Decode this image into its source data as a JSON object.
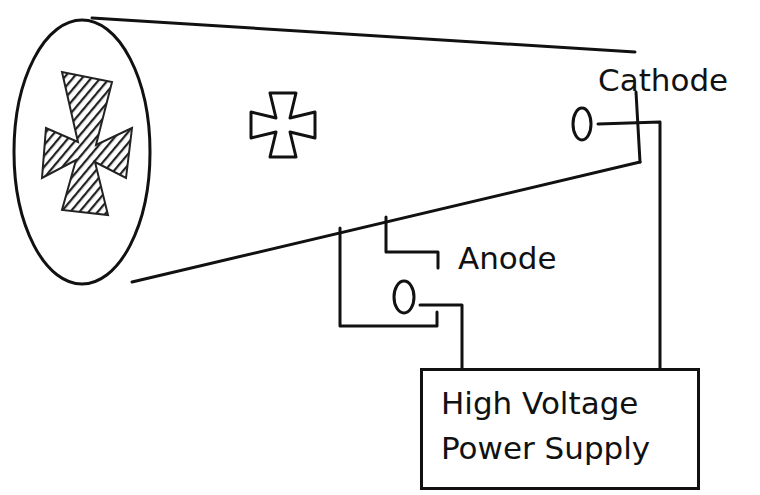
{
  "diagram": {
    "nodes": [
      {
        "text": [
          "High Voltage Power Supply"
        ]
      }
    ],
    "labels": [
      "Cathode",
      "Anode"
    ]
  }
}
